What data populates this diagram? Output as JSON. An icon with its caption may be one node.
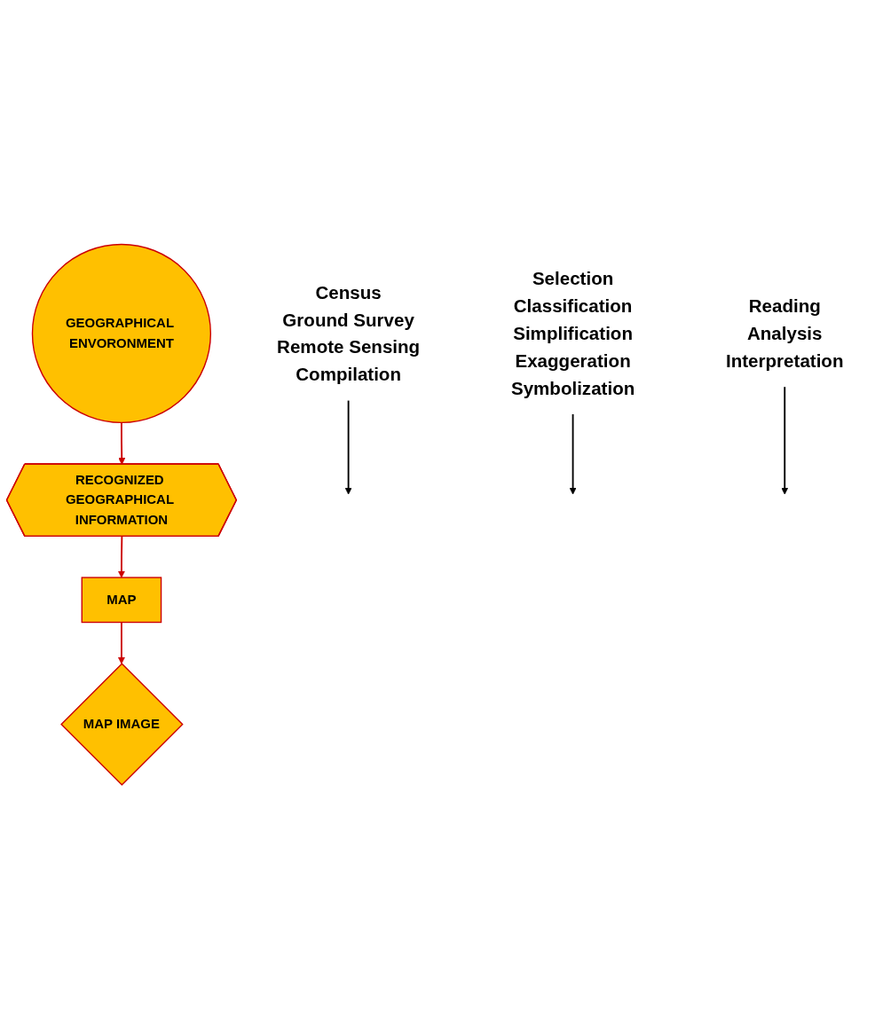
{
  "diagram": {
    "nodes": [
      {
        "text": [
          "GEOGRAPHICAL ENVORONMENT"
        ]
      },
      {
        "text": [
          "RECOGNIZED GEOGRAPHICAL INFORMATION"
        ]
      },
      {
        "text": [
          "MAP"
        ]
      },
      {
        "text": [
          "MAP IMAGE"
        ]
      },
      {
        "text": [
          "Census",
          "Ground Survey",
          "Remote Sensing",
          "Compilation"
        ]
      },
      {
        "text": [
          "Selection",
          "Classification",
          "Simplification",
          "Exaggeration",
          "Symbolization"
        ]
      },
      {
        "text": [
          "Reading",
          "Analysis",
          "Interpretation"
        ]
      }
    ],
    "edges": [
      {
        "from": 0,
        "to": 1,
        "arrow": "to",
        "color": "#cc0000"
      },
      {
        "from": 1,
        "to": 2,
        "arrow": "to",
        "color": "#cc0000"
      },
      {
        "from": 2,
        "to": 3,
        "arrow": "to",
        "color": "#cc0000"
      },
      {
        "from": 4,
        "to": null,
        "arrow": "to",
        "color": "#000000"
      },
      {
        "from": 5,
        "to": null,
        "arrow": "to",
        "color": "#000000"
      },
      {
        "from": 6,
        "to": null,
        "arrow": "to",
        "color": "#000000"
      }
    ]
  }
}
